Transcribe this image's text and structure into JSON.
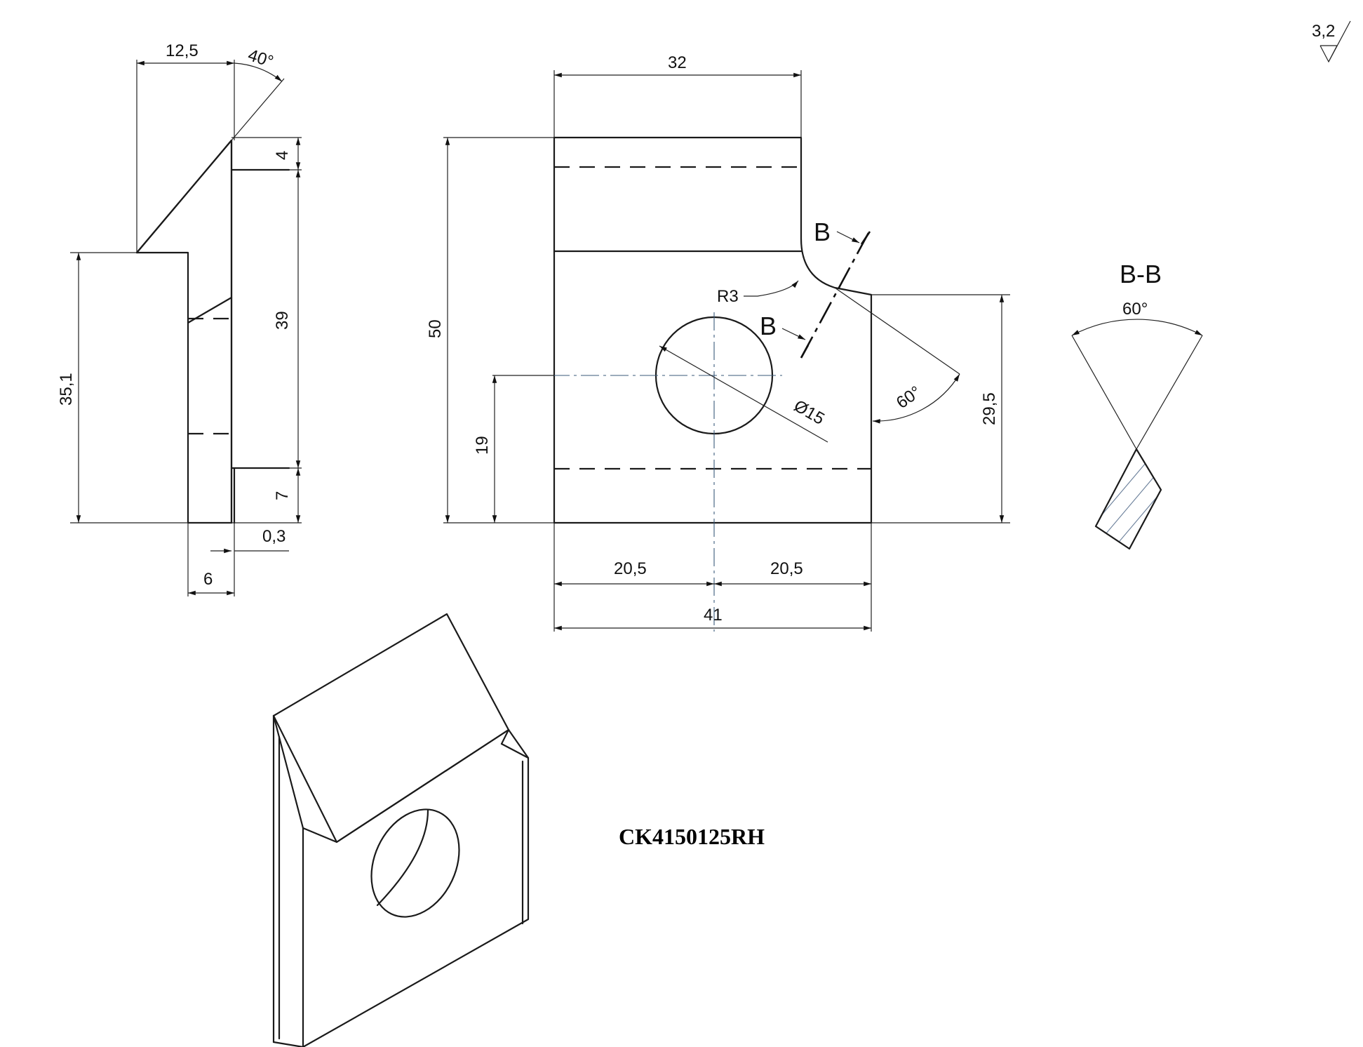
{
  "part_number": "CK4150125RH",
  "surface_roughness": "3,2",
  "section": {
    "title": "B-B",
    "angle": "60°",
    "marker": "B"
  },
  "side_view": {
    "width_top": "12,5",
    "angle": "40°",
    "d4": "4",
    "d39": "39",
    "d7": "7",
    "d35_1": "35,1",
    "d0_3": "0,3",
    "d6": "6"
  },
  "front_view": {
    "width_top": "32",
    "height": "50",
    "hole_center_height": "19",
    "radius": "R3",
    "hole_diameter": "Ø15",
    "angle": "60°",
    "right_height": "29,5",
    "left_half": "20,5",
    "right_half": "20,5",
    "total_width": "41"
  }
}
